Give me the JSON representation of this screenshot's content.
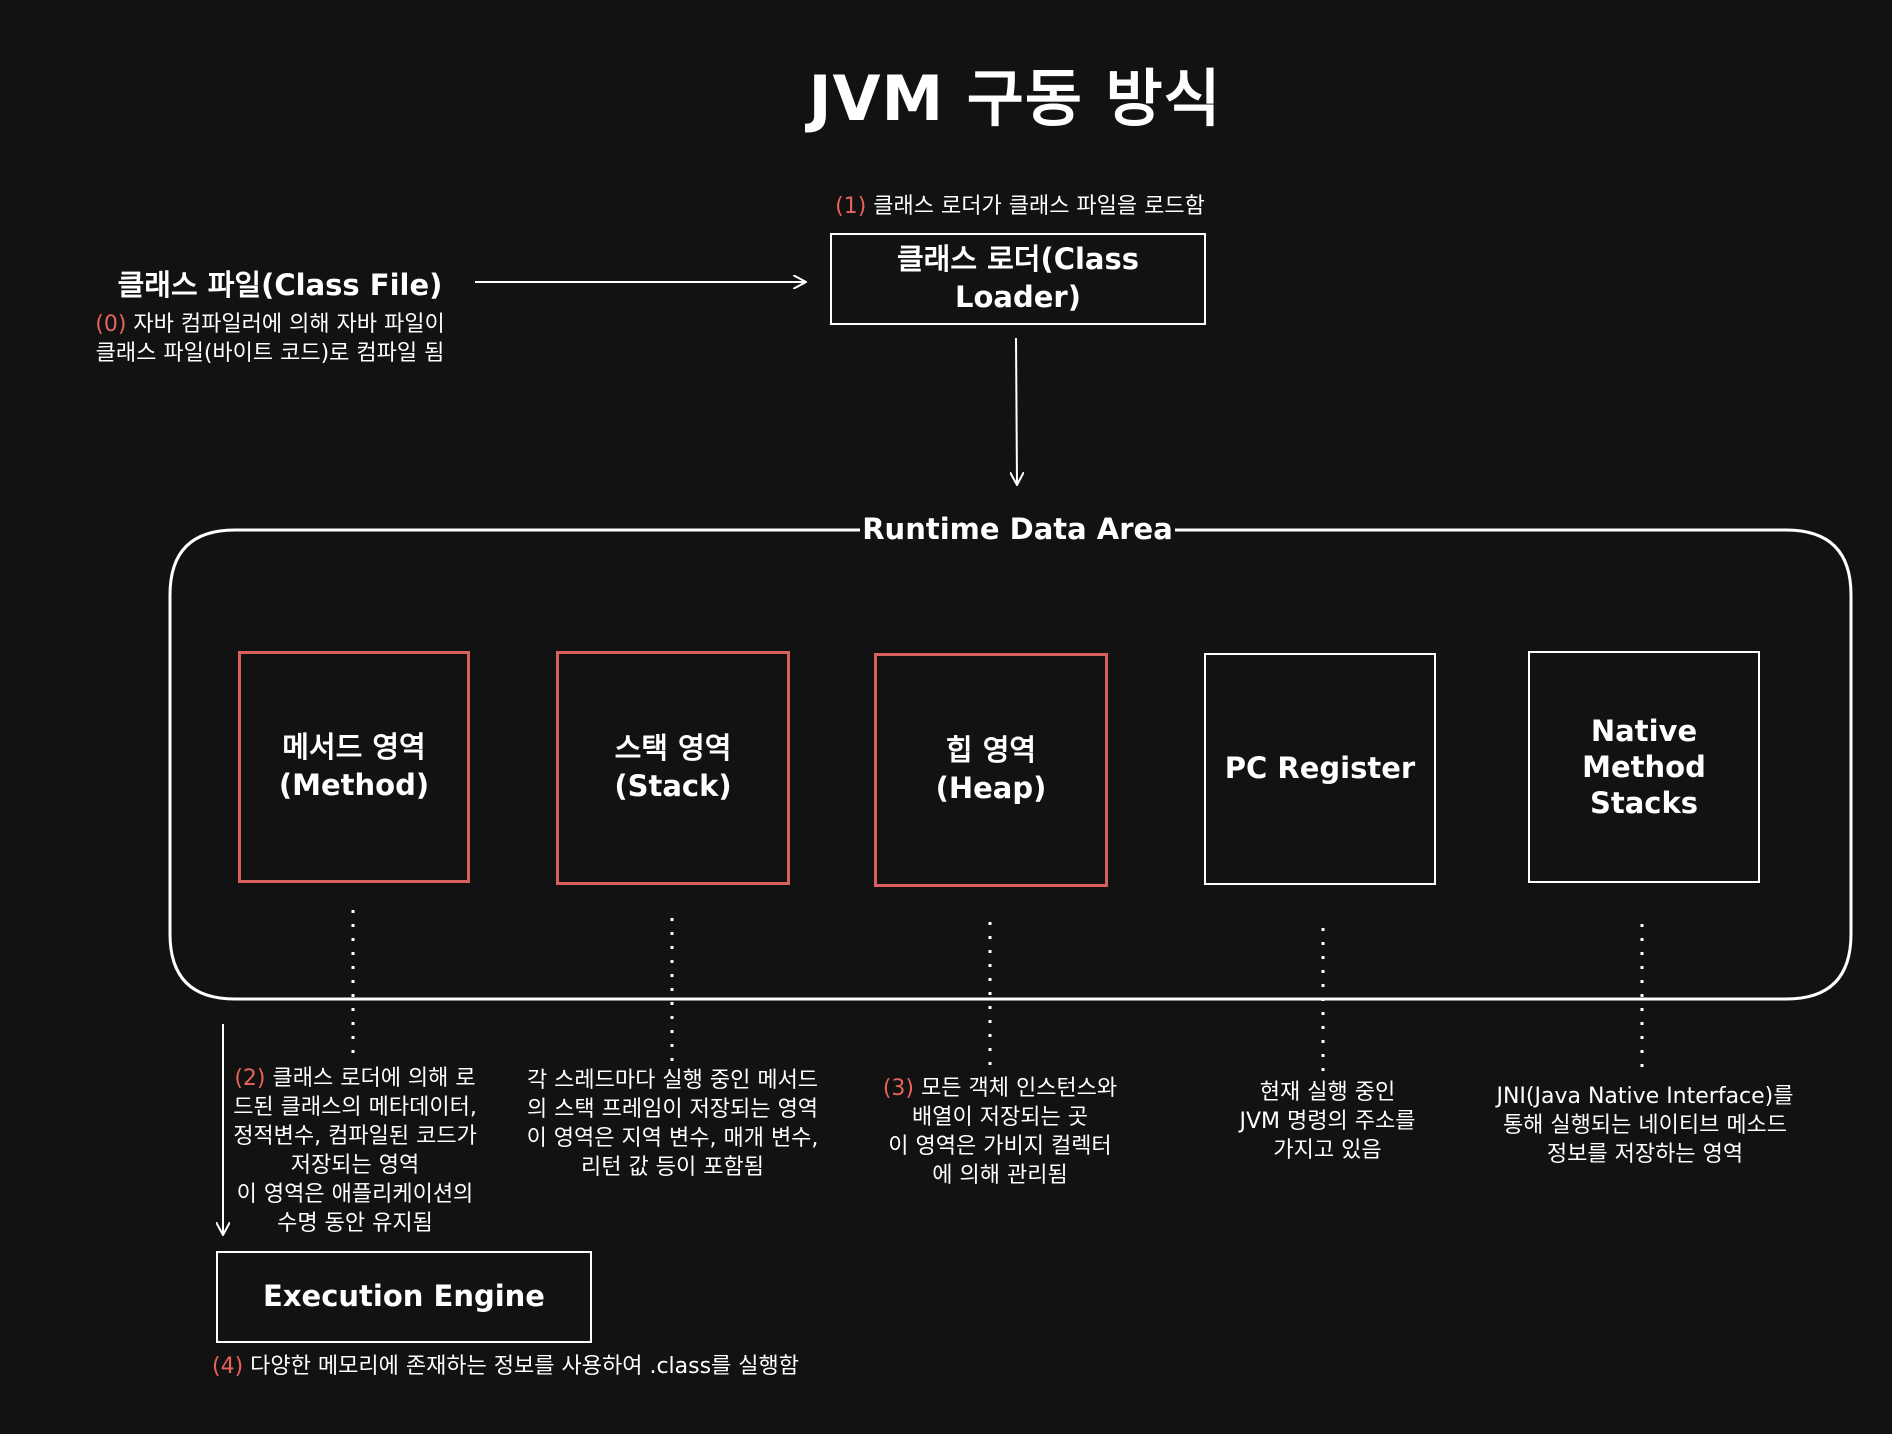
{
  "title": "JVM 구동 방식",
  "class_file": {
    "label": "클래스 파일(Class File)",
    "step": "(0)",
    "desc_line1": " 자바 컴파일러에 의해 자바 파일이",
    "desc_line2": "클래스 파일(바이트 코드)로 컴파일 됨"
  },
  "class_loader": {
    "label": "클래스 로더(Class Loader)",
    "step": "(1)",
    "desc": " 클래스 로더가 클래스 파일을 로드함"
  },
  "runtime": {
    "label": "Runtime Data Area",
    "areas": [
      {
        "line1": "메서드 영역",
        "line2": "(Method)",
        "highlight": true
      },
      {
        "line1": "스택 영역",
        "line2": "(Stack)",
        "highlight": true
      },
      {
        "line1": "힙 영역",
        "line2": "(Heap)",
        "highlight": true
      },
      {
        "line1": "PC Register",
        "line2": "",
        "highlight": false
      },
      {
        "line1": "Native",
        "line2": "Method",
        "line3": "Stacks",
        "highlight": false
      }
    ]
  },
  "descriptions": {
    "method": {
      "step": "(2)",
      "text": " 클래스 로더에 의해 로\n드된 클래스의 메타데이터,\n정적변수, 컴파일된 코드가\n저장되는 영역\n이 영역은 애플리케이션의\n수명 동안 유지됨"
    },
    "stack": {
      "text": "각 스레드마다 실행 중인 메서드\n의 스택 프레임이 저장되는 영역\n이 영역은 지역 변수, 매개 변수,\n리턴 값 등이 포함됨"
    },
    "heap": {
      "step": "(3)",
      "text": " 모든 객체 인스턴스와\n배열이 저장되는 곳\n이 영역은 가비지 컬렉터\n에 의해 관리됨"
    },
    "pc": {
      "text": "현재 실행 중인\nJVM 명령의 주소를\n가지고 있음"
    },
    "native": {
      "text": "JNI(Java Native Interface)를\n통해 실행되는 네이티브 메소드\n정보를 저장하는 영역"
    }
  },
  "execution_engine": {
    "label": "Execution Engine",
    "step": "(4)",
    "desc": " 다양한 메모리에 존재하는 정보를 사용하여 .class를 실행함"
  },
  "colors": {
    "background": "#121212",
    "accent": "#d9605c",
    "step_text": "#e8625d",
    "line": "#ffffff"
  }
}
